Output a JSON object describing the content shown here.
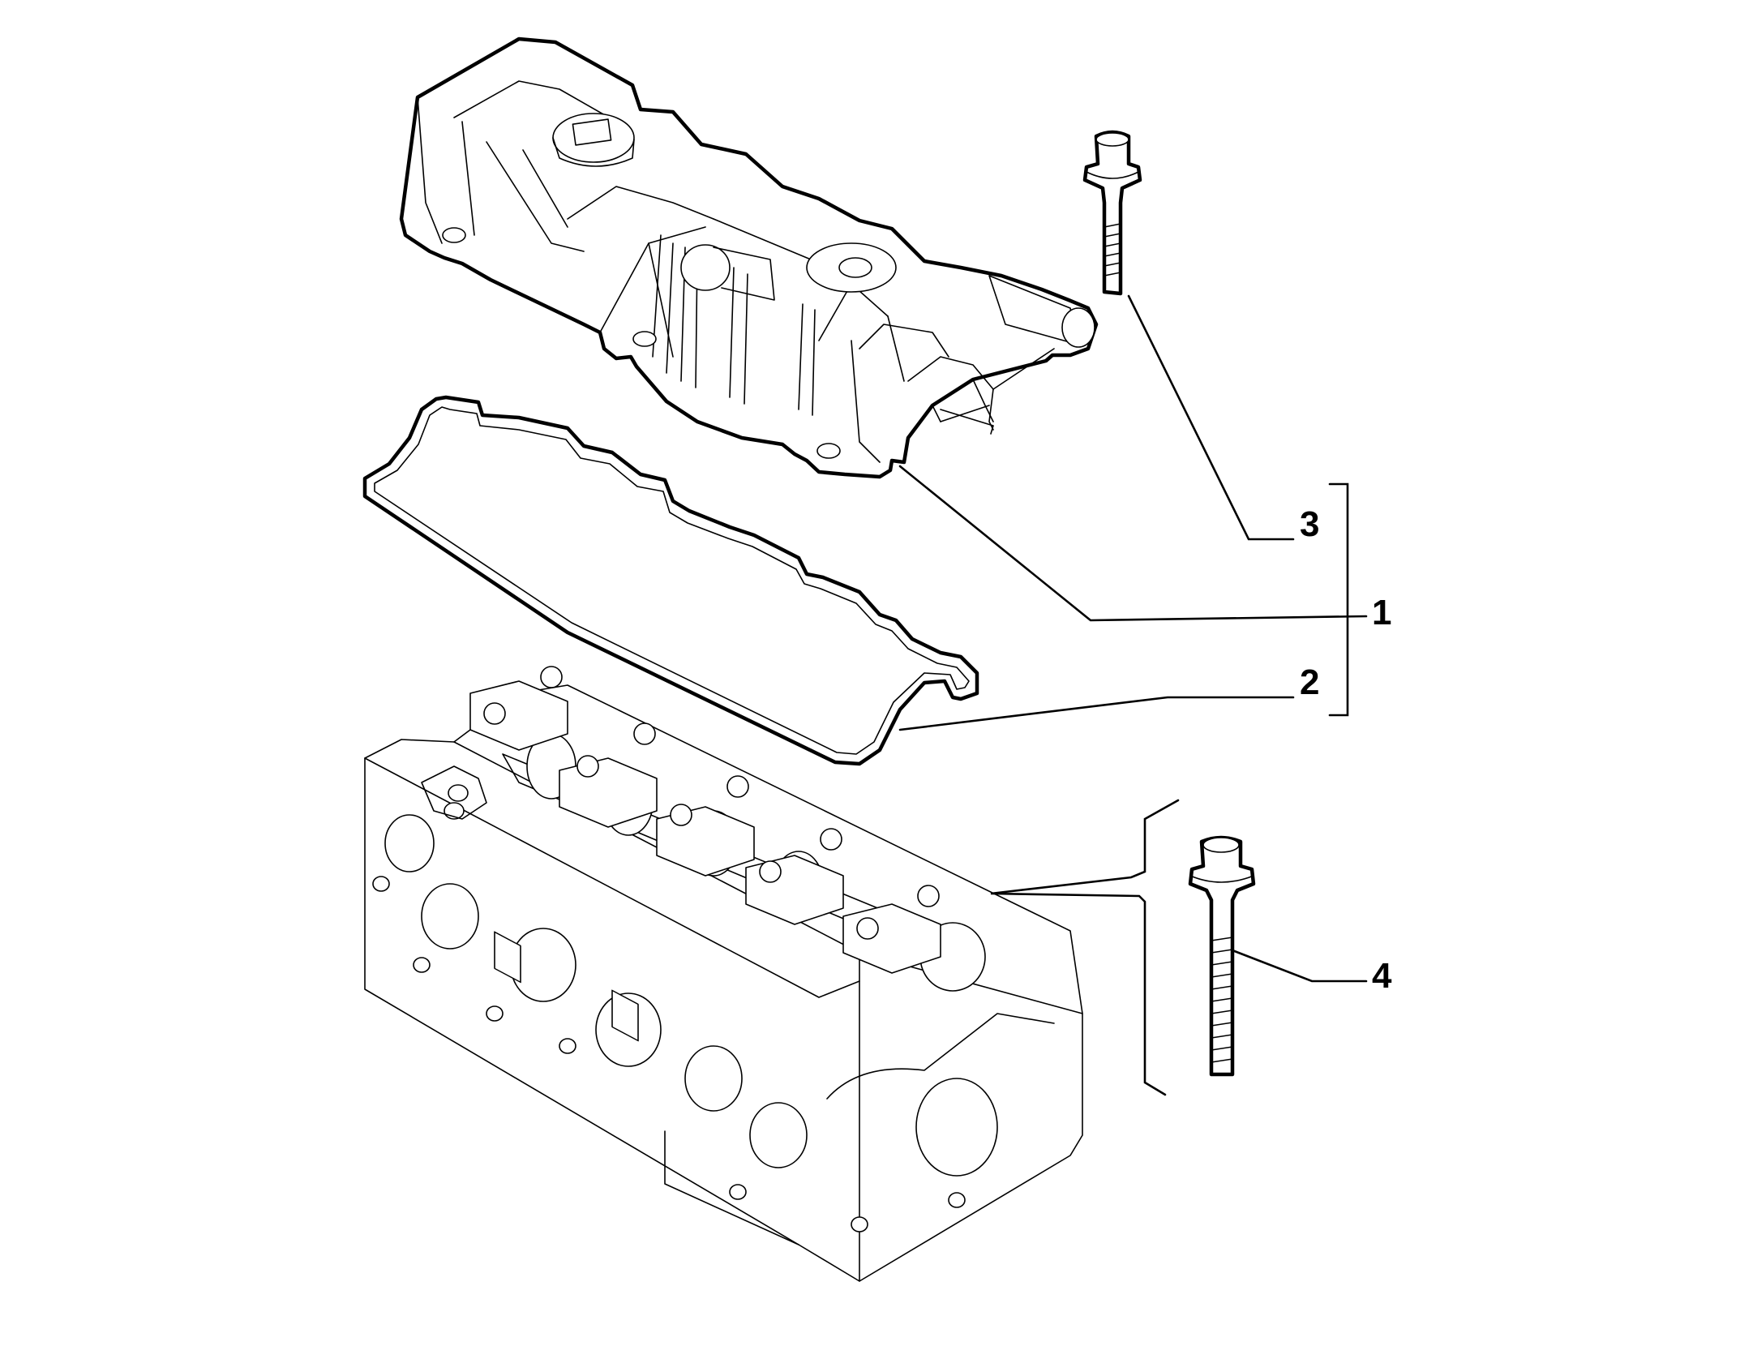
{
  "callouts": {
    "part_1": "1",
    "part_2": "2",
    "part_3": "3",
    "part_4": "4"
  }
}
